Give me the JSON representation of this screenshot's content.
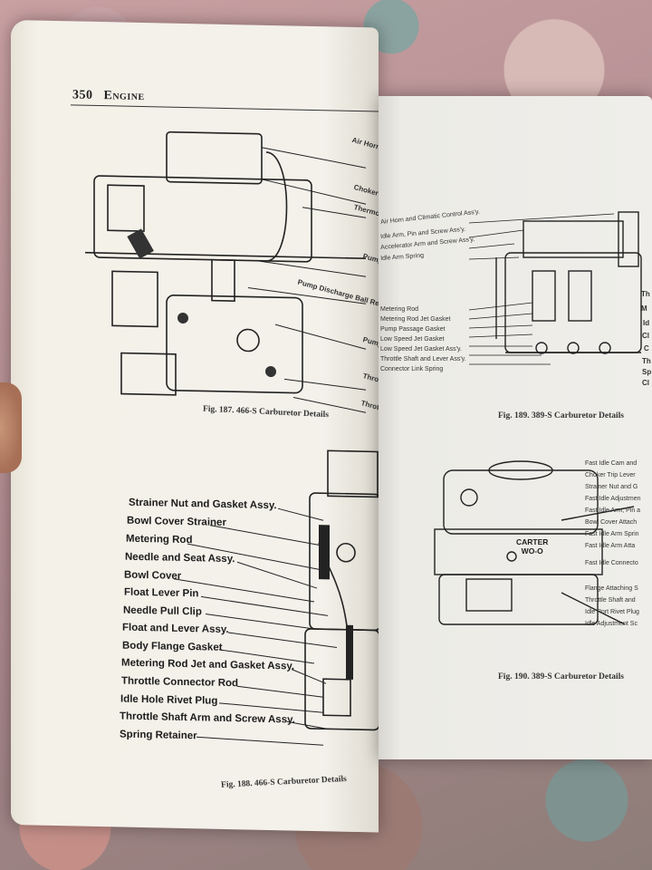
{
  "left_page": {
    "page_number": "350",
    "running_head": "Engine",
    "fig187": {
      "caption": "Fig. 187. 466-S Carburetor Details",
      "labels": [
        "Air Horn",
        "Choker",
        "Thermostat",
        "Pump",
        "Pump Discharge Ball Retainer",
        "Pump",
        "Throttle",
        "Throttle"
      ]
    },
    "fig188": {
      "caption": "Fig. 188. 466-S Carburetor Details",
      "labels": [
        "Strainer Nut and Gasket Assy.",
        "Bowl Cover Strainer",
        "Metering Rod",
        "Needle and Seat Assy.",
        "Bowl Cover",
        "Float Lever Pin",
        "Needle Pull Clip",
        "Float and Lever Assy.",
        "Body Flange Gasket",
        "Metering Rod Jet and Gasket Assy.",
        "Throttle Connector Rod",
        "Idle Hole Rivet Plug",
        "Throttle Shaft Arm and Screw Assy.",
        "Spring Retainer"
      ]
    }
  },
  "right_page": {
    "fig189": {
      "caption": "Fig. 189. 389-S Carburetor Details",
      "labels": [
        "Air Horn and Climatic Control Ass'y.",
        "Idle Arm, Pin and Screw Ass'y.",
        "Accelerator Arm and Screw Ass'y.",
        "Idle Arm Spring",
        "Metering Rod",
        "Metering Rod Jet Gasket",
        "Pump Passage Gasket",
        "Low Speed Jet Gasket",
        "Low Speed Jet Gasket Ass'y.",
        "Throttle Shaft and Lever Ass'y.",
        "Connector Link Spring"
      ],
      "edge_letters": [
        "Th",
        "M",
        "Id",
        "Cl",
        "C",
        "Th",
        "Sp",
        "Cl"
      ]
    },
    "fig190": {
      "caption": "Fig. 190. 389-S Carburetor Details",
      "plate_text": [
        "CARTER",
        "WO-O"
      ],
      "labels": [
        "Fast Idle Cam and",
        "Choker Trip Lever",
        "Strainer Nut and G",
        "Fast Idle Adjustmen",
        "Fast Idle Arm, Pin a",
        "Bowl Cover Attach",
        "Fast Idle Arm Sprin",
        "Fast Idle Arm Atta",
        "Fast Idle Connecto",
        "Flange Attaching S",
        "Throttle Shaft and",
        "Idle Port Rivet Plug",
        "Idle Adjustment Sc"
      ]
    }
  }
}
